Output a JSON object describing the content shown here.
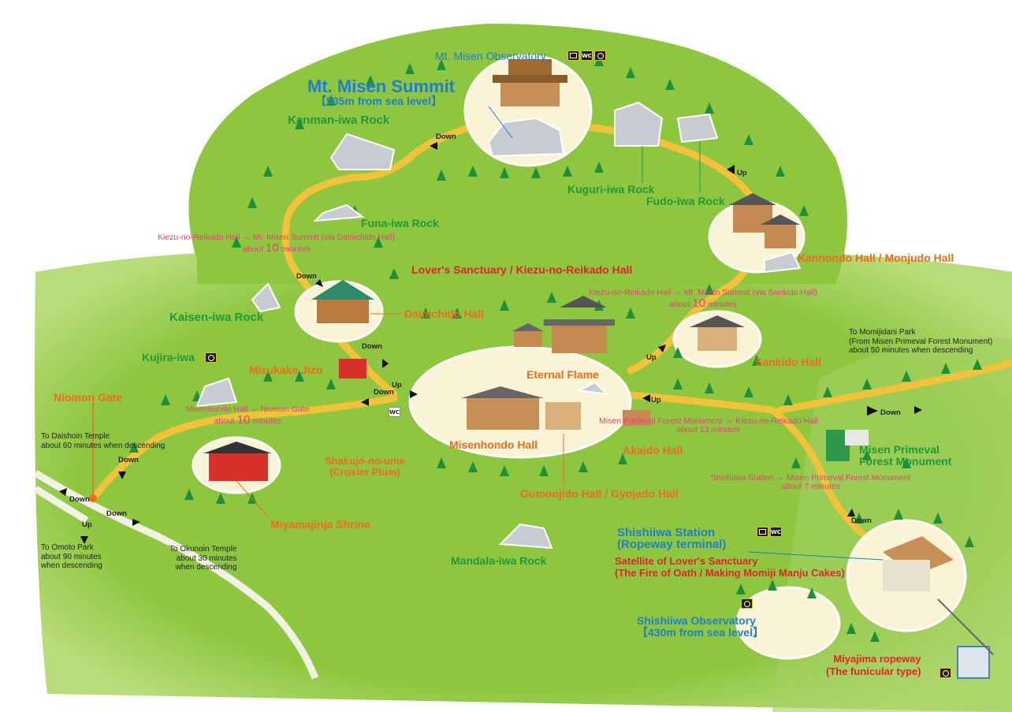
{
  "colors": {
    "terrain": "#8ec63f",
    "terrain_light": "#a8d35a",
    "path": "#f3c23b",
    "clearing": "#fbf3d6",
    "tree": "#1e8f3a"
  },
  "labels": {
    "observatory": "Mt. Misen Observatory",
    "summit_title": "Mt. Misen Summit",
    "summit_sub": "【535m from sea level】",
    "kanman": "Kanman-iwa Rock",
    "funa": "Funa-iwa Rock",
    "kuguri": "Kuguri-iwa Rock",
    "fudo": "Fudo-iwa Rock",
    "kannondo": "Kannondo Hall / Monjudo Hall",
    "lovers": "Lover's Sanctuary / Kiezu-no-Reikado Hall",
    "kaisen": "Kaisen-iwa Rock",
    "dainichido": "Dainichido Hall",
    "kujira": "Kujira-iwa",
    "mizukake": "Mizukake Jizo",
    "eternal": "Eternal Flame",
    "sankido": "Sankido Hall",
    "niomon": "Niomon Gate",
    "misenhondo": "Misenhondo Hall",
    "akaido": "Akaido Hall",
    "shakujo1": "Shakujo-no-ume",
    "shakujo2": "(Crosier Plum)",
    "gumonjido": "Gumonjido Hall / Gyojado Hall",
    "miyamajinja": "Miyamajinja Shrine",
    "mandala": "Mandala-iwa Rock",
    "forest1": "Misen Primeval",
    "forest2": "Forest Monument",
    "shishi1": "Shishiiwa Station",
    "shishi2": "(Ropeway terminal)",
    "satellite1": "Satellite of Lover's Sanctuary",
    "satellite2": "(The Fire of Oath / Making Momiji Manju Cakes)",
    "shishiobs1": "Shishiiwa Observatory",
    "shishiobs2": "【430m from sea level】",
    "ropeway1": "Miyajima ropeway",
    "ropeway2": "(The funicular type)"
  },
  "routes": {
    "r1a": "Kiezu-no-Reikado Hall ⇔ Mr. Misen Summit (via Dainichido Hall)",
    "r1b": "about",
    "r1n": "10",
    "r1c": "minutes",
    "r2a": "Kiezu-no-Reikado Hall ⇔ Mt. Misen Summit (via Sankido Hall)",
    "r2b": "about",
    "r2n": "10",
    "r2c": "minutes",
    "r3a": "Misenhondo Hall ⇔ Niomon Gate",
    "r3b": "about",
    "r3n": "10",
    "r3c": "minutes",
    "r4a": "Misen Primeval Forest Monument ⇔ Kiezu-no-Reikado Hall",
    "r4b": "about 13 minutes",
    "r5a": "Shishiiwa Station ⇔ Misen Primeval Forest Monument",
    "r5b": "about 7 minutes"
  },
  "directions": {
    "momijidani1": "To Momijidani Park",
    "momijidani2": "(From Misen Primeval Forest Monument)",
    "momijidani3": "about 50 minutes when descending",
    "daishoin1": "To Daishoin Temple",
    "daishoin2": "about 60 minutes when descending",
    "omoto1": "To Omoto Park",
    "omoto2": "about 90 minutes",
    "omoto3": "when descending",
    "okunoin1": "To Okunoin Temple",
    "okunoin2": "about 30 minutes",
    "okunoin3": "when descending"
  },
  "arrows": {
    "down": "Down",
    "up": "Up"
  },
  "icons": {
    "wc": "WC",
    "observatory_icons": [
      "tv-icon",
      "wc-icon",
      "viewpoint-icon"
    ]
  }
}
